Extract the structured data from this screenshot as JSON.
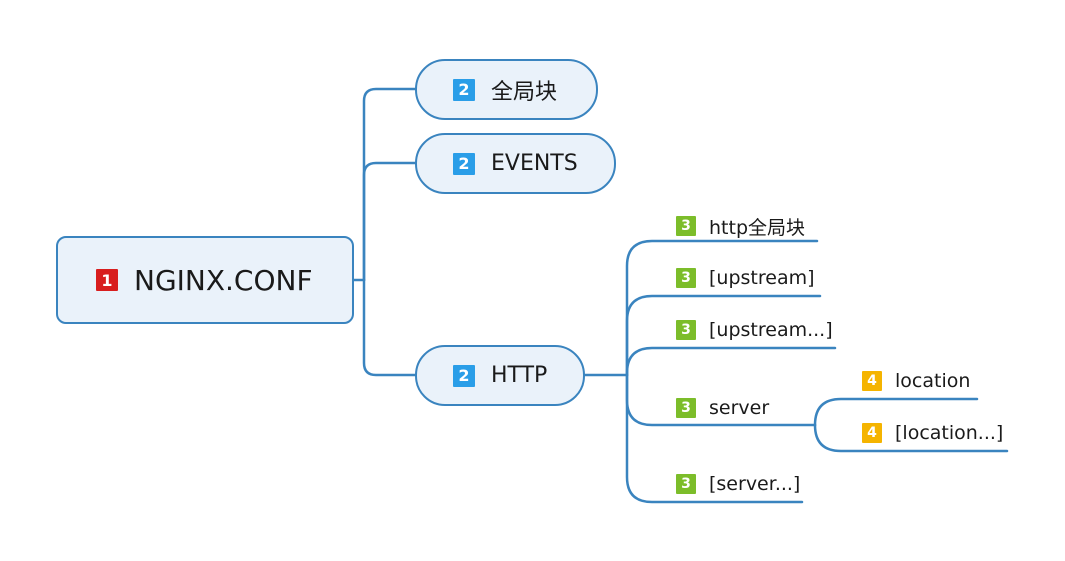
{
  "colors": {
    "connector": "#3a84bf",
    "node_fill": "#eaf2fa",
    "node_border": "#3a84bf",
    "badge_level1": "#d81e1e",
    "badge_level2": "#2a9ee8",
    "badge_level3": "#7cbd2a",
    "badge_level4": "#f5b400"
  },
  "root": {
    "badge": "1",
    "label": "NGINX.CONF"
  },
  "level2": [
    {
      "badge": "2",
      "label": "全局块"
    },
    {
      "badge": "2",
      "label": "EVENTS"
    },
    {
      "badge": "2",
      "label": "HTTP"
    }
  ],
  "http_children": [
    {
      "badge": "3",
      "label": "http全局块"
    },
    {
      "badge": "3",
      "label": "[upstream]"
    },
    {
      "badge": "3",
      "label": "[upstream...]"
    },
    {
      "badge": "3",
      "label": "server"
    },
    {
      "badge": "3",
      "label": "[server...]"
    }
  ],
  "server_children": [
    {
      "badge": "4",
      "label": "location"
    },
    {
      "badge": "4",
      "label": "[location...]"
    }
  ]
}
